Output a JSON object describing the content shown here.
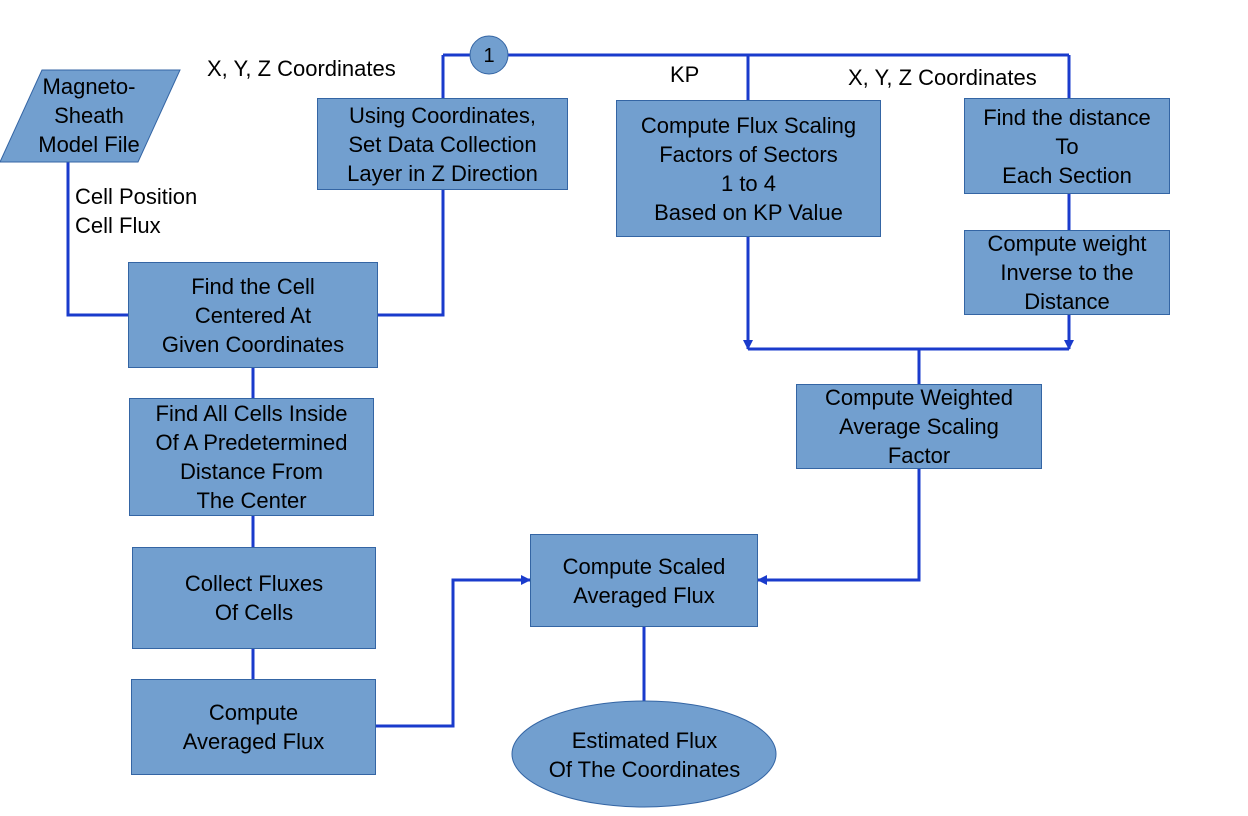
{
  "connector": "1",
  "input_file": "Magneto-\nSheath\nModel File",
  "labels": {
    "xyz_left": "X, Y, Z Coordinates",
    "kp": "KP",
    "xyz_right": "X, Y, Z Coordinates",
    "cell_info": "Cell Position\nCell Flux"
  },
  "boxes": {
    "set_layer": "Using Coordinates,\nSet Data Collection\nLayer in Z Direction",
    "flux_scaling": "Compute Flux Scaling\nFactors of Sectors\n1 to 4\nBased on KP Value",
    "find_distance": "Find the distance\nTo\nEach Section",
    "compute_weight": "Compute weight\nInverse to the\nDistance",
    "find_cell": "Find the Cell\nCentered At\nGiven Coordinates",
    "weighted_avg": "Compute Weighted\nAverage Scaling\nFactor",
    "find_all_cells": "Find All Cells Inside\nOf A Predetermined\nDistance From\nThe Center",
    "collect_fluxes": "Collect Fluxes\nOf Cells",
    "scaled_avg": "Compute Scaled\nAveraged Flux",
    "averaged_flux": "Compute\nAveraged Flux"
  },
  "output": "Estimated Flux\nOf The Coordinates",
  "colors": {
    "fill": "#729fcf",
    "border": "#3465a4",
    "line": "#1a3bcc"
  }
}
